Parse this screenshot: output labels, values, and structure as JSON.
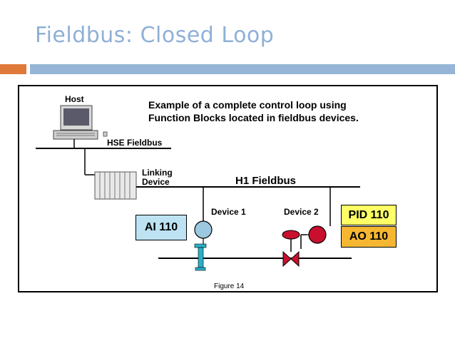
{
  "slide": {
    "title": "Fieldbus: Closed Loop"
  },
  "figure": {
    "caption_line1": "Example of a complete control loop using",
    "caption_line2": "Function Blocks located in fieldbus devices.",
    "host_label": "Host",
    "hse_label": "HSE Fieldbus",
    "linking_label_line1": "Linking",
    "linking_label_line2": "Device",
    "h1_label": "H1 Fieldbus",
    "device1_label": "Device 1",
    "device2_label": "Device 2",
    "ai_block": "AI 110",
    "pid_block": "PID 110",
    "ao_block": "AO 110",
    "figure_number": "Figure 14"
  },
  "colors": {
    "title": "#8fb0d6",
    "accent_orange": "#e07a3a",
    "accent_blue": "#96b5d6",
    "ai_fill": "#bde3f2",
    "pid_fill": "#ffff66",
    "ao_fill": "#f5b731",
    "valve_red": "#c8102e",
    "transmitter_blue": "#9cc8e0",
    "sensor_cyan": "#2ab0c8"
  }
}
